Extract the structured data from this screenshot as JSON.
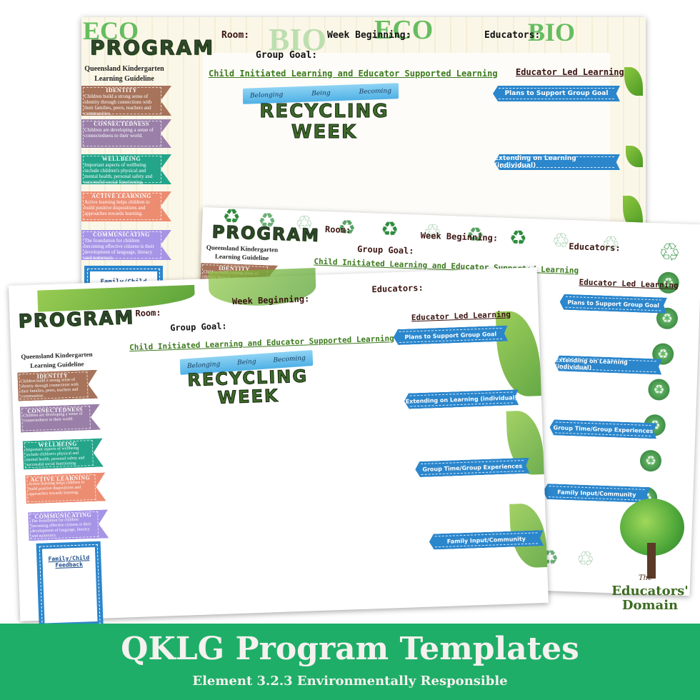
{
  "templates": [
    {
      "id": "eco-bio",
      "program_label": "PROGRAM",
      "decor_words": [
        "ECO",
        "BIO",
        "ECO",
        "BIO"
      ],
      "fields": {
        "room": "Room:",
        "week_beginning": "Week Beginning:",
        "educators": "Educators:",
        "group_goal": "Group Goal:"
      },
      "child_initiated_heading": "Child Initiated Learning and Educator Supported Learning",
      "educator_led_heading": "Educator Led Learning",
      "banner_words": [
        "Belonging",
        "Being",
        "Becoming"
      ],
      "theme_title_line1": "RECYCLING",
      "theme_title_line2": "WEEK",
      "qklg_heading_line1": "Queensland Kindergarten",
      "qklg_heading_line2": "Learning Guideline",
      "learning_areas": [
        {
          "title": "IDENTITY",
          "text": "Children build a strong sense of identity through connections with their families, peers, teachers and communities.",
          "color": "#a7735a"
        },
        {
          "title": "CONNECTEDNESS",
          "text": "Children are developing a sense of connectedness to their world.",
          "color": "#9a7fa8"
        },
        {
          "title": "WELLBEING",
          "text": "Important aspects of wellbeing include children's physical and mental health, personal safety and successful social functioning.",
          "color": "#24a58a"
        },
        {
          "title": "ACTIVE LEARNING",
          "text": "Active learning helps children to build positive dispositions and approaches towards learning.",
          "color": "#ec8d72"
        },
        {
          "title": "COMMUNICATING",
          "text": "The foundation for children becoming effective citizens is their development of language, literacy and numeracy.",
          "color": "#a694e6"
        }
      ],
      "ribbons": [
        "Plans to Support Group Goal",
        "Extending on Learning  (individual)"
      ],
      "feedback_label": "Family/Child Feedback"
    },
    {
      "id": "recycle-icons",
      "program_label": "PROGRAM",
      "fields": {
        "room": "Room:",
        "week_beginning": "Week Beginning:",
        "educators": "Educators:",
        "group_goal": "Group Goal:"
      },
      "child_initiated_heading": "Child Initiated Learning and Educator Supported Learning",
      "educator_led_heading": "Educator Led Learning",
      "banner_words": [
        "Belonging",
        "Being"
      ],
      "qklg_heading_line1": "Queensland Kindergarten",
      "qklg_heading_line2": "Learning Guideline",
      "learning_areas": [
        {
          "title": "IDENTITY",
          "text": "Children build a strong sense of identity through connections with their families, peers, teachers and communities.",
          "color": "#a7735a"
        }
      ],
      "ribbons": [
        "Plans to Support Group Goal",
        "Extending on Learning  (individual)",
        "Group Time/Group Experiences",
        "Family Input/Community"
      ]
    },
    {
      "id": "green-leaves",
      "program_label": "PROGRAM",
      "fields": {
        "room": "Room:",
        "week_beginning": "Week Beginning:",
        "educators": "Educators:",
        "group_goal": "Group Goal:"
      },
      "child_initiated_heading": "Child Initiated Learning and Educator Supported Learning",
      "educator_led_heading": "Educator Led Learning",
      "banner_words": [
        "Belonging",
        "Being",
        "Becoming"
      ],
      "theme_title_line1": "RECYCLING",
      "theme_title_line2": "WEEK",
      "qklg_heading_line1": "Queensland Kindergarten",
      "qklg_heading_line2": "Learning Guideline",
      "learning_areas": [
        {
          "title": "IDENTITY",
          "text": "Children build a strong sense of identity through connections with their families, peers, teachers and communities.",
          "color": "#a7735a"
        },
        {
          "title": "CONNECTEDNESS",
          "text": "Children are developing a sense of connectedness to their world.",
          "color": "#9a7fa8"
        },
        {
          "title": "WELLBEING",
          "text": "Important aspects of wellbeing include children's physical and mental health, personal safety and successful social functioning.",
          "color": "#24a58a"
        },
        {
          "title": "ACTIVE LEARNING",
          "text": "Active learning helps children to build positive dispositions and approaches towards learning.",
          "color": "#ec8d72"
        },
        {
          "title": "COMMUNICATING",
          "text": "The foundation for children becoming effective citizens is their development of language, literacy and numeracy.",
          "color": "#a694e6"
        }
      ],
      "ribbons": [
        "Plans to Support Group Goal",
        "Extending on Learning  (individual)",
        "Group Time/Group Experiences",
        "Family Input/Community"
      ],
      "feedback_label": "Family/Child Feedback"
    }
  ],
  "logo": {
    "the": "The",
    "name_line1": "Educators'",
    "name_line2": "Domain"
  },
  "footer": {
    "title": "QKLG Program Templates",
    "subtitle": "Element 3.2.3 Environmentally Responsible",
    "bg_color": "#1fae68"
  },
  "icons": {
    "recycle": "♻",
    "recycle_outline": "♲"
  }
}
